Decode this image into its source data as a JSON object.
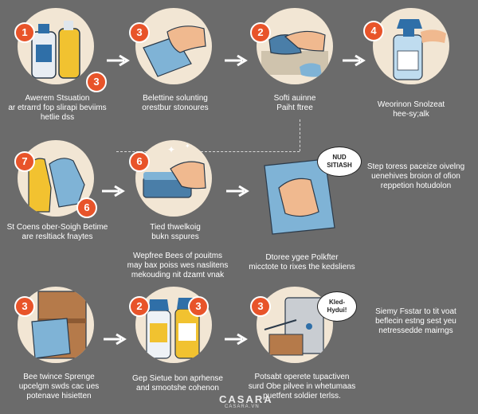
{
  "row1": [
    {
      "num": "1",
      "num2": "3",
      "caption": "Awerem Stsuation\nar etrarrd fop slirapi beviims\nhetlie dss"
    },
    {
      "num": "3",
      "caption": "Belettine solunting\norestbur stonoures"
    },
    {
      "num": "2",
      "caption": "Softi auinne\nPaiht ftree"
    },
    {
      "num": "4",
      "caption": "Weorinon Snolzeat\nhee-sy;alk"
    }
  ],
  "row2": [
    {
      "num": "7",
      "num2": "6",
      "caption": "St Coens ober-Soigh Betime\nare resltiack fnaytes"
    },
    {
      "num": "6",
      "caption": "Tied thwelkoig\nbukn sspures",
      "below": "Wepfree Bees of pouitms\nmay bax poiss wes naslitens\nmekouding nit dzamt vnak"
    },
    {
      "caption": "Dtoree ygee Polkfter\nmicctote to rixes the kedsliens",
      "bubble": "NUD\nSITIASH"
    }
  ],
  "row2_side": "Step toress paceize oivelng\nuenehives broion of ofion\nreppetion hotudolon",
  "row3": [
    {
      "num": "3",
      "caption": "Bee twince Sprenge\nupcelgm swds cac ues\npotenave hisietten"
    },
    {
      "num": "2",
      "num2": "3",
      "caption": "Gep Sietue bon aprhense\nand smootshe cohenon"
    },
    {
      "num": "3",
      "caption": "Potsabt operete tupactiven\nsurd Obe pilvee in whetumaas\npuetfent soldier terlss.",
      "bubble": "Kled-\nHydui!"
    }
  ],
  "row3_side": "Siemy Fsstar to tit voat\nbeflecin estng sest yeu\nnetressedde mairngs",
  "logo": "CASARA",
  "logo_sub": "CASARA.VN",
  "colors": {
    "background": "#6b6b6b",
    "circle": "#f2e6d4",
    "badge": "#e8542a",
    "towel": "#7fb3d6",
    "sponge": "#4a7ea8"
  }
}
